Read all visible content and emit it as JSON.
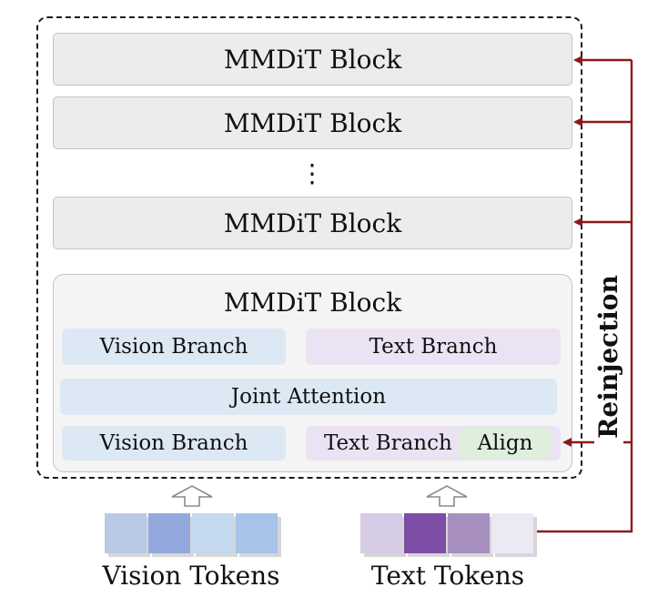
{
  "stack": {
    "block_label": "MMDiT Block",
    "ellipsis": "⋮"
  },
  "detail_block": {
    "title": "MMDiT Block",
    "vision_branch_top": "Vision Branch",
    "text_branch_top": "Text Branch",
    "joint_attention": "Joint Attention",
    "vision_branch_bottom": "Vision Branch",
    "text_branch_bottom": "Text Branch",
    "align": "Align"
  },
  "reinjection": "Reinjection",
  "tokens": {
    "vision_label": "Vision Tokens",
    "text_label": "Text Tokens",
    "vision_colors": [
      "#b9c9e6",
      "#93a8dc",
      "#c4d8ee",
      "#a5c4e8"
    ],
    "text_colors": [
      "#d6cce6",
      "#7e4ea6",
      "#a790bf",
      "#ece8f4"
    ]
  },
  "colors": {
    "arrow": "#8b1a1a"
  }
}
